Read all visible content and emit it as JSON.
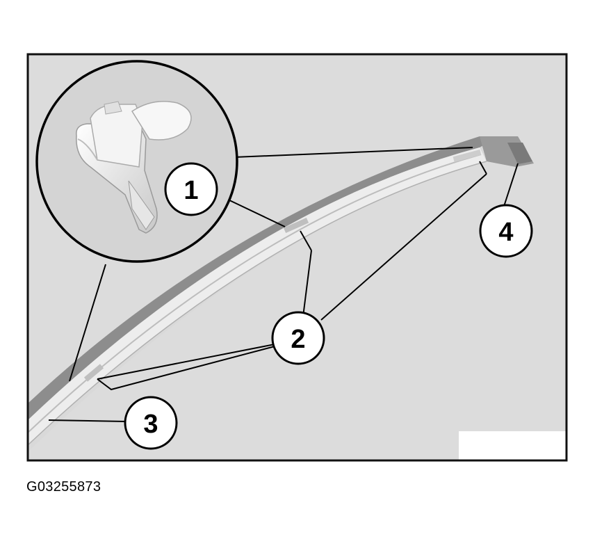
{
  "figure": {
    "callouts": [
      "1",
      "2",
      "3",
      "4"
    ],
    "caption": "G03255873"
  },
  "colors": {
    "background": "#dcdcdc",
    "frame": "#111111",
    "rail_dark": "#8a8a8a",
    "rail_light": "#f2f2f2",
    "clip": "#f0f0f0"
  }
}
